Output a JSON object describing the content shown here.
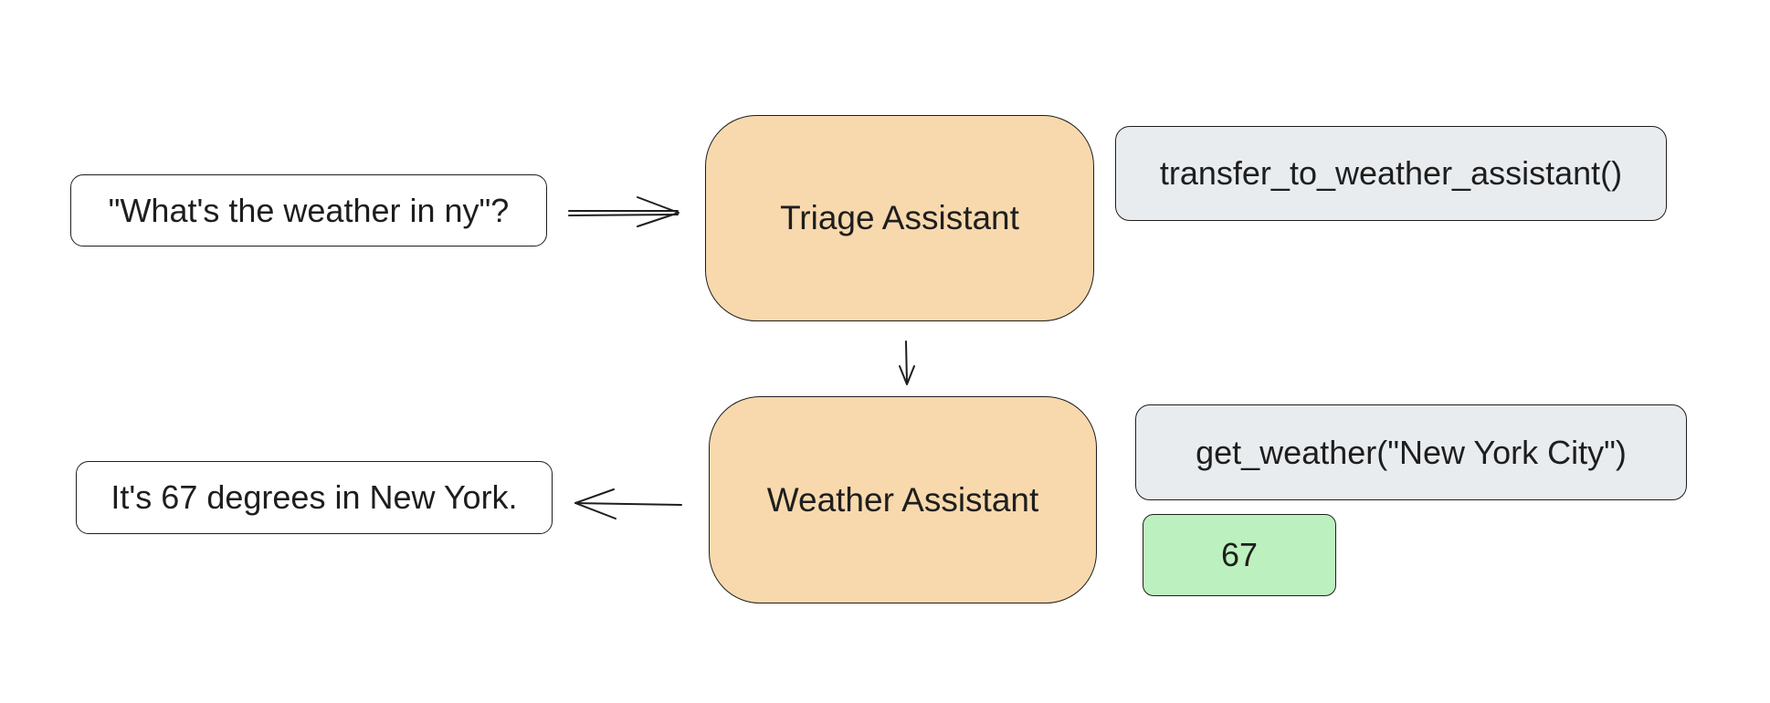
{
  "diagram": {
    "user_query": "\"What's the weather in ny\"?",
    "triage_agent": "Triage Assistant",
    "weather_agent": "Weather Assistant",
    "transfer_call": "transfer_to_weather_assistant()",
    "weather_call": "get_weather(\"New York City\")",
    "weather_result": "67",
    "response": "It's 67 degrees in New York."
  },
  "colors": {
    "agent_fill": "#f8d9ad",
    "function_call_fill": "#e9ecef",
    "result_fill": "#bdf0bf",
    "stroke": "#1e1e1e"
  }
}
